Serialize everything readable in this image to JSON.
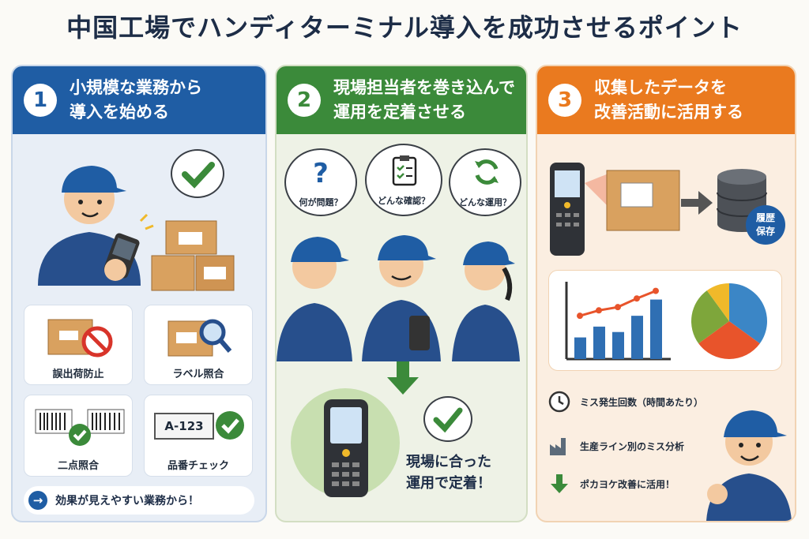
{
  "title": "中国工場でハンディターミナル導入を成功させるポイント",
  "panels": [
    {
      "number": "1",
      "heading": "小規模な業務から\n導入を始める",
      "cards": [
        "誤出荷防止",
        "ラベル照合",
        "二点照合",
        "品番チェック"
      ],
      "barcode_code": "A-123",
      "tip": "効果が見えやすい業務から！"
    },
    {
      "number": "2",
      "heading": "現場担当者を巻き込んで\n運用を定着させる",
      "bubbles": [
        "何が問題？",
        "どんな確認？",
        "どんな運用？"
      ],
      "result": "現場に合った\n運用で定着！"
    },
    {
      "number": "3",
      "heading": "収集したデータを\n改善活動に活用する",
      "storage_badge": "履歴\n保存",
      "items": [
        "ミス発生回数（時間あたり）",
        "生産ライン別のミス分析",
        "ポカヨケ改善に活用！"
      ]
    }
  ],
  "colors": {
    "blue": "#1f5da4",
    "green": "#3b8a3a",
    "orange": "#ea7a1f",
    "navy": "#1d2d47"
  },
  "icons": [
    "question-icon",
    "clipboard-icon",
    "refresh-icon",
    "check-icon",
    "prohibit-icon",
    "magnifier-icon",
    "arrow-down-icon",
    "clock-icon",
    "factory-icon",
    "database-icon"
  ],
  "chart_data": [
    {
      "type": "bar",
      "values": [
        2,
        3,
        2.5,
        4,
        5.5
      ]
    },
    {
      "type": "line",
      "values": [
        4,
        4.5,
        4.8,
        5.6,
        6.3
      ]
    },
    {
      "type": "pie",
      "values": [
        35,
        30,
        25,
        10
      ],
      "colors": [
        "#3b86c6",
        "#e8542b",
        "#7ea63b",
        "#f0b92a"
      ]
    }
  ]
}
